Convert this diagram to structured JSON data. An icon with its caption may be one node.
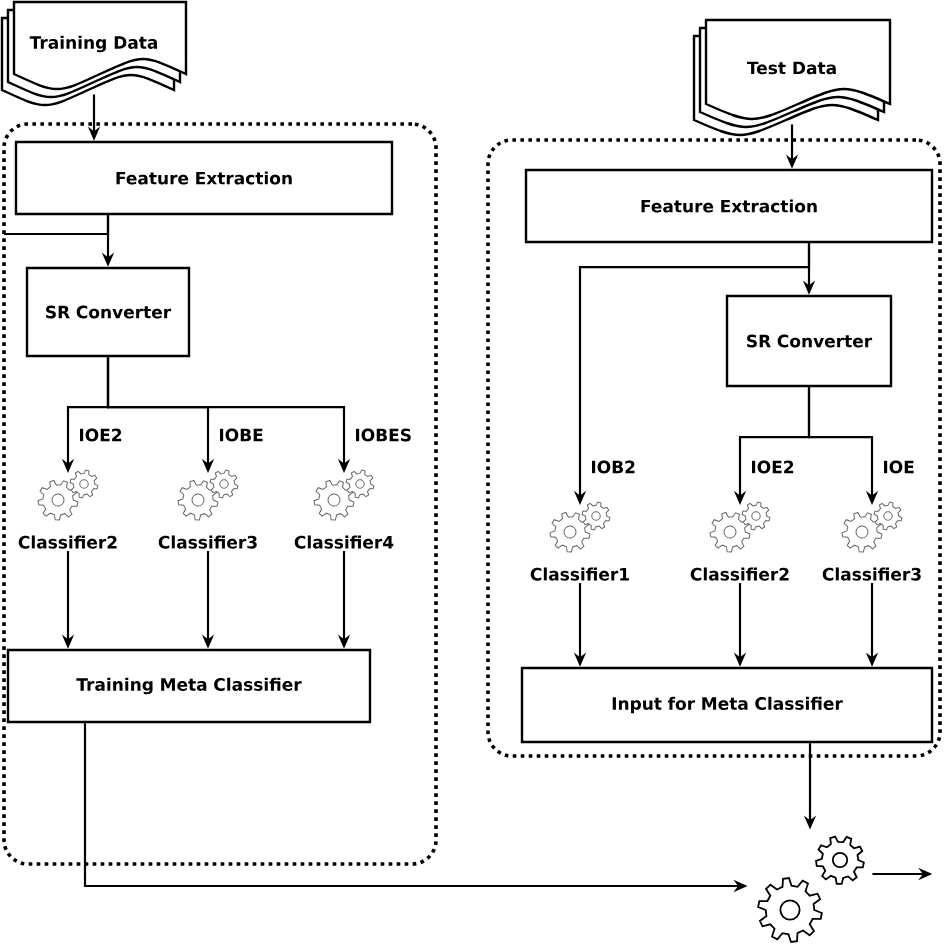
{
  "diagram": {
    "nodes": [
      {
        "text": [
          "Training Data"
        ]
      },
      {
        "text": [],
        "shape": "box"
      },
      {
        "text": [
          "Feature Extraction"
        ],
        "in": 1
      },
      {
        "text": [
          "SR Converter"
        ],
        "in": 1
      },
      {
        "text": [
          "Classifier2"
        ],
        "in": 1
      },
      {
        "text": [
          "Classifier3"
        ],
        "in": 1
      },
      {
        "text": [
          "Classifier4"
        ],
        "in": 1
      },
      {
        "text": [
          "Training Meta Classifier"
        ],
        "in": 1
      },
      {
        "text": [
          "Test Data"
        ]
      },
      {
        "text": [],
        "shape": "box"
      },
      {
        "text": [
          "Feature Extraction"
        ],
        "in": 9
      },
      {
        "text": [
          "SR Converter"
        ],
        "in": 9
      },
      {
        "text": [
          "Classifier1"
        ],
        "in": 9
      },
      {
        "text": [
          "Classifier2"
        ],
        "in": 9
      },
      {
        "text": [
          "Classifier3"
        ],
        "in": 9
      },
      {
        "text": [
          "Input for Meta Classifier"
        ],
        "in": 9
      },
      {
        "text": [],
        "shape": "picture"
      }
    ],
    "edges": [
      {
        "from": 0,
        "to": 2,
        "arrow": "to"
      },
      {
        "from": 2,
        "to": 3,
        "arrow": "to"
      },
      {
        "from": 2,
        "to": null,
        "arrow": "none"
      },
      {
        "from": 3,
        "to": 4,
        "arrow": "to",
        "label": "IOE2"
      },
      {
        "from": 3,
        "to": 5,
        "arrow": "to",
        "label": "IOBE"
      },
      {
        "from": 3,
        "to": 6,
        "arrow": "to",
        "label": "IOBES"
      },
      {
        "from": 4,
        "to": 7,
        "arrow": "to"
      },
      {
        "from": 5,
        "to": 7,
        "arrow": "to"
      },
      {
        "from": 6,
        "to": 7,
        "arrow": "to"
      },
      {
        "from": 7,
        "to": 16,
        "arrow": "to"
      },
      {
        "from": 8,
        "to": 10,
        "arrow": "to"
      },
      {
        "from": 10,
        "to": 11,
        "arrow": "to"
      },
      {
        "from": 10,
        "to": 12,
        "arrow": "to",
        "label": "IOB2"
      },
      {
        "from": 11,
        "to": 13,
        "arrow": "to",
        "label": "IOE2"
      },
      {
        "from": 11,
        "to": 14,
        "arrow": "to",
        "label": "IOE"
      },
      {
        "from": 12,
        "to": 15,
        "arrow": "to"
      },
      {
        "from": 13,
        "to": 15,
        "arrow": "to"
      },
      {
        "from": 14,
        "to": 15,
        "arrow": "to"
      },
      {
        "from": 15,
        "to": 16,
        "arrow": "to"
      },
      {
        "from": 16,
        "to": null,
        "arrow": "to"
      }
    ]
  }
}
